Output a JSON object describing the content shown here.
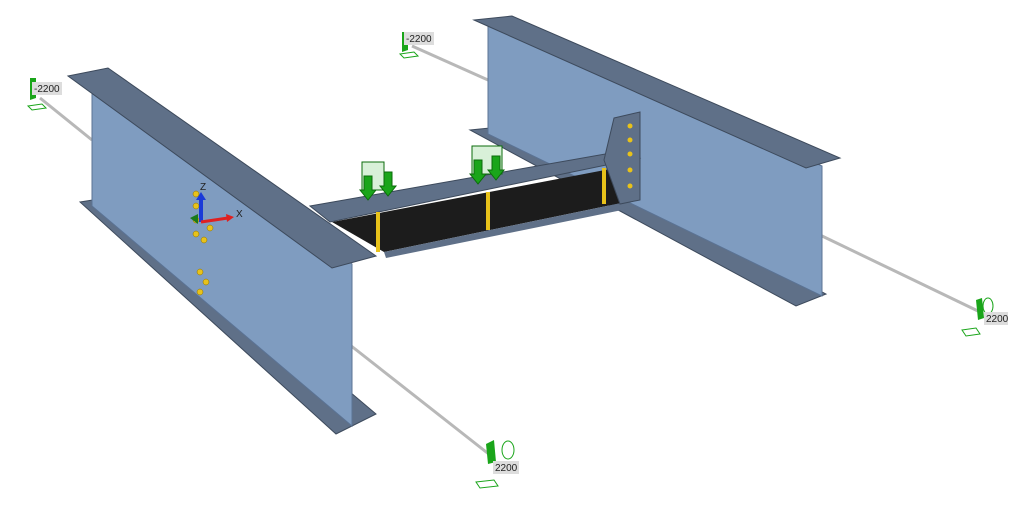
{
  "viewport": {
    "axes": {
      "z_label": "Z",
      "x_label": "X"
    },
    "supports": [
      {
        "id": "support-left-top",
        "value": "-2200"
      },
      {
        "id": "support-center-top",
        "value": "-2200"
      },
      {
        "id": "support-right",
        "value": "2200"
      },
      {
        "id": "support-bottom",
        "value": "2200"
      }
    ],
    "colors": {
      "steel": "#7f9cc0",
      "flange": "#5f7088",
      "web_dark": "#1c1c1c",
      "load": "#1aa51a",
      "bolt": "#e8c21a",
      "axis_x": "#e02020",
      "axis_z": "#1a3ad8"
    }
  }
}
